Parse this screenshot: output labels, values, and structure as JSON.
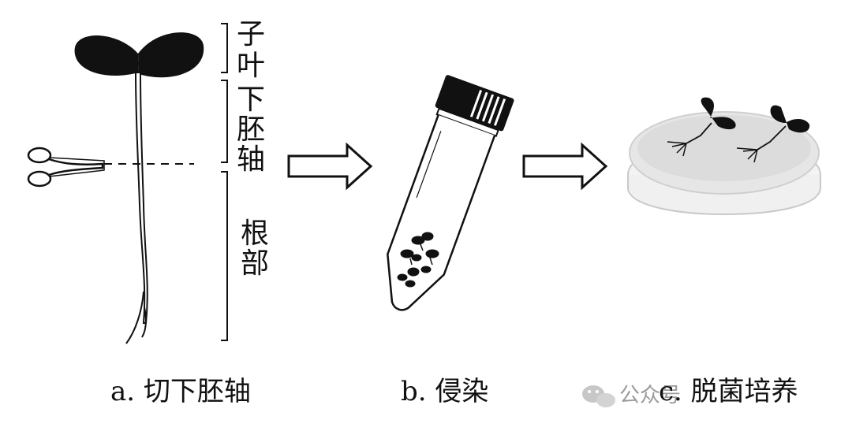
{
  "labels": {
    "cotyledon": [
      "子",
      "叶"
    ],
    "hypocotyl": [
      "下",
      "胚",
      "轴"
    ],
    "root": [
      "根",
      "部"
    ]
  },
  "captions": {
    "step_a": "a. 切下胚轴",
    "step_b": "b. 侵染",
    "step_c": "c. 脱菌培养"
  },
  "watermark": {
    "text": "公众号",
    "icon": "wechat-icon"
  },
  "colors": {
    "ink": "#111111",
    "plate_bg": "#e6e6e6",
    "watermark": "#9a9a9a"
  }
}
